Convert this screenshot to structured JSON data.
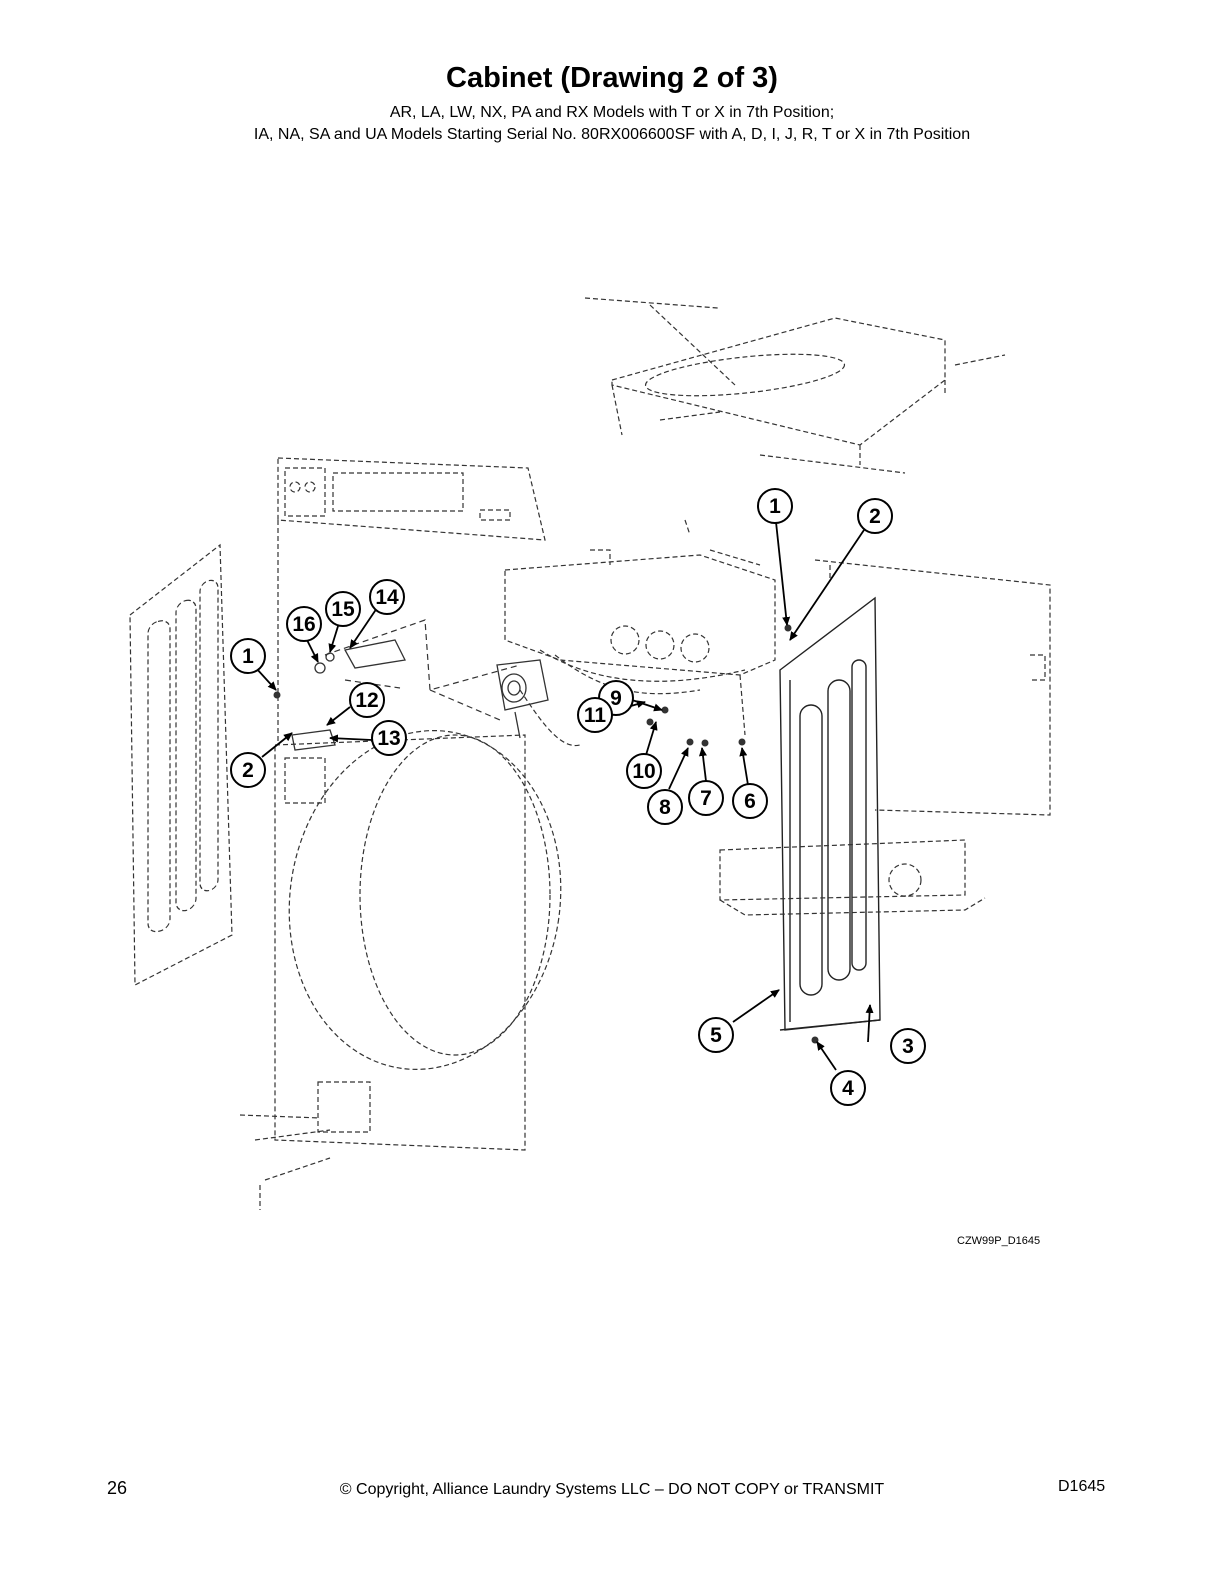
{
  "header": {
    "title": "Cabinet (Drawing 2 of 3)",
    "subtitle_line1": "AR, LA, LW, NX, PA and RX Models with T or X in 7th Position;",
    "subtitle_line2": "IA, NA, SA and UA Models Starting Serial No. 80RX006600SF with A, D, I, J, R, T or X in 7th Position"
  },
  "diagram": {
    "drawing_id": "CZW99P_D1645",
    "callouts": [
      "1",
      "2",
      "3",
      "4",
      "5",
      "6",
      "7",
      "8",
      "9",
      "10",
      "11",
      "12",
      "13",
      "14",
      "15",
      "16",
      "1",
      "2"
    ]
  },
  "footer": {
    "page_number": "26",
    "copyright": "© Copyright, Alliance Laundry Systems LLC – DO NOT COPY or TRANSMIT",
    "document_number": "D1645"
  }
}
